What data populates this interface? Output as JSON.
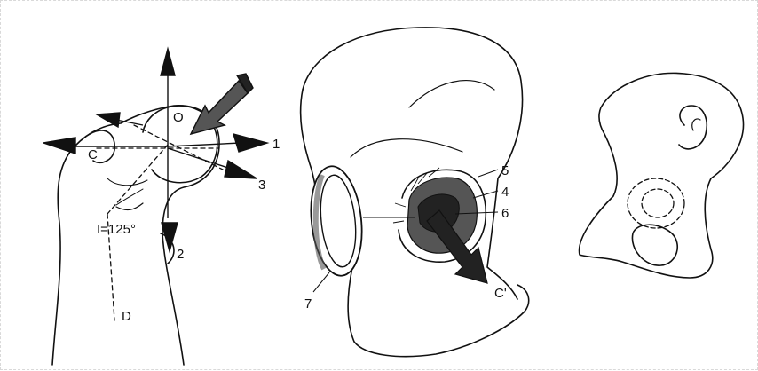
{
  "femur": {
    "labels": {
      "o": "O",
      "c": "C",
      "angle": "I=125°",
      "d": "D",
      "one": "1",
      "two": "2",
      "three": "3"
    }
  },
  "pelvis": {
    "labels": {
      "four": "4",
      "five": "5",
      "six": "6",
      "seven": "7",
      "c_prime": "C'"
    }
  },
  "colors": {
    "ink": "#111111",
    "dark_fill": "#222222",
    "mid_fill": "#555555",
    "background": "#ffffff"
  }
}
